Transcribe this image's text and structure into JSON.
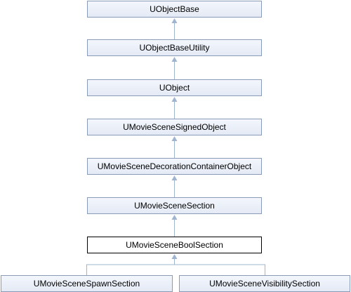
{
  "diagram": {
    "nodes": [
      "UObjectBase",
      "UObjectBaseUtility",
      "UObject",
      "UMovieSceneSignedObject",
      "UMovieSceneDecorationContainerObject",
      "UMovieSceneSection",
      "UMovieSceneBoolSection",
      "UMovieSceneSpawnSection",
      "UMovieSceneVisibilitySection"
    ],
    "current": "UMovieSceneBoolSection",
    "colors": {
      "node_border": "#8a9bb8",
      "node_fill": "#e4eaf5",
      "edge": "#9fb4cf",
      "current_border": "#000000",
      "current_fill": "#ffffff"
    }
  }
}
